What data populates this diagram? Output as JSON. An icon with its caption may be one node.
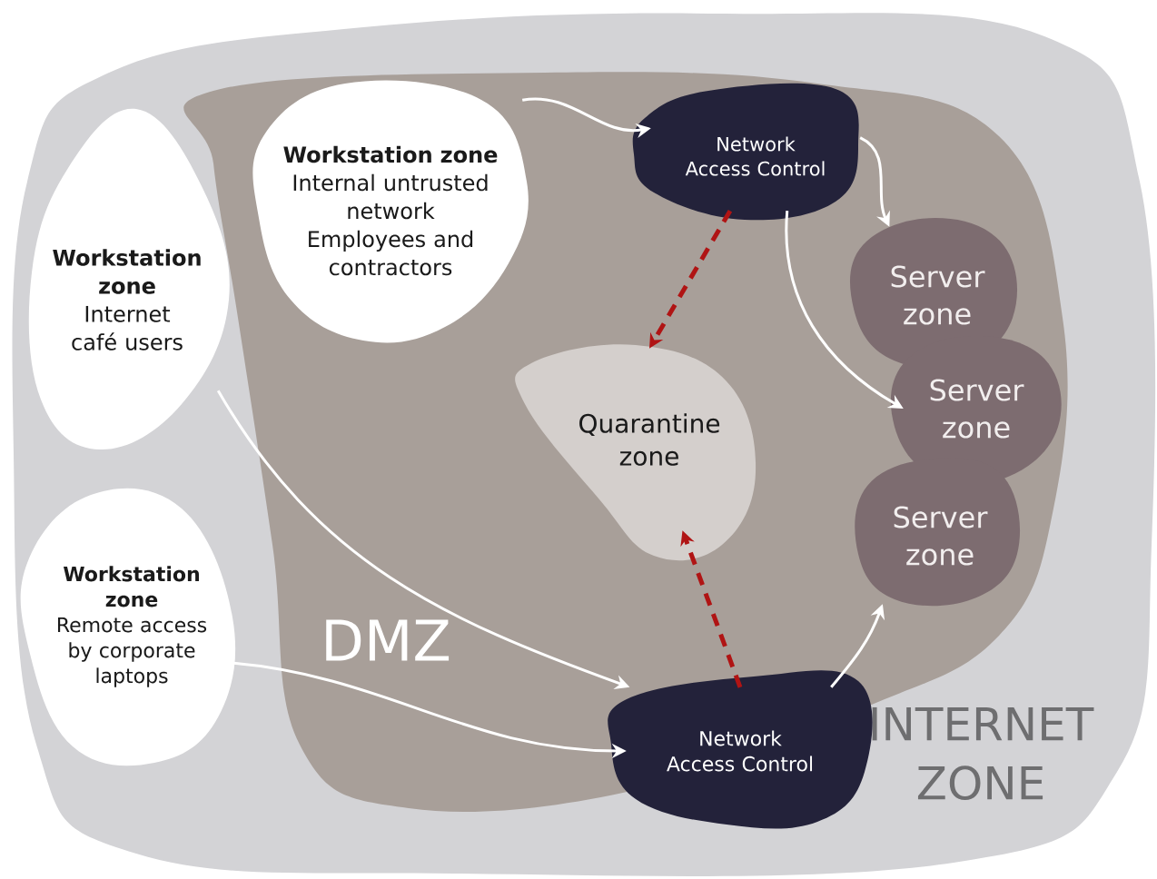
{
  "diagram": {
    "nodes": [
      {
        "text": [
          "INTERNET ZONE"
        ]
      },
      {
        "text": [
          "DMZ"
        ],
        "in": 0
      },
      {
        "text": [
          "Workstation zone",
          "Internal untrusted network",
          "Employees and contractors"
        ],
        "in": 1
      },
      {
        "text": [
          "Network Access Control"
        ],
        "in": 1
      },
      {
        "text": [
          "Quarantine zone"
        ],
        "in": 1
      },
      {
        "text": [
          "Server zone"
        ],
        "in": 1
      },
      {
        "text": [
          "Server zone"
        ],
        "in": 1
      },
      {
        "text": [
          "Server zone"
        ],
        "in": 1
      },
      {
        "text": [
          "Workstation zone",
          "Internet café users"
        ],
        "in": 0
      },
      {
        "text": [
          "Workstation zone",
          "Remote access by corporate laptops"
        ],
        "in": 0
      },
      {
        "text": [
          "Network Access Control"
        ],
        "in": 0
      }
    ],
    "edges": [
      {
        "from": 2,
        "to": 3,
        "arrow": "to"
      },
      {
        "from": 3,
        "to": 5,
        "arrow": "to"
      },
      {
        "from": 3,
        "to": 6,
        "arrow": "to"
      },
      {
        "from": 3,
        "to": 4,
        "arrow": "to",
        "style": "dashed",
        "color": "#b01414"
      },
      {
        "from": 8,
        "to": 10,
        "arrow": "to"
      },
      {
        "from": 9,
        "to": 10,
        "arrow": "to"
      },
      {
        "from": 10,
        "to": 4,
        "arrow": "to",
        "style": "dashed",
        "color": "#b01414"
      },
      {
        "from": 10,
        "to": 7,
        "arrow": "to"
      }
    ]
  }
}
